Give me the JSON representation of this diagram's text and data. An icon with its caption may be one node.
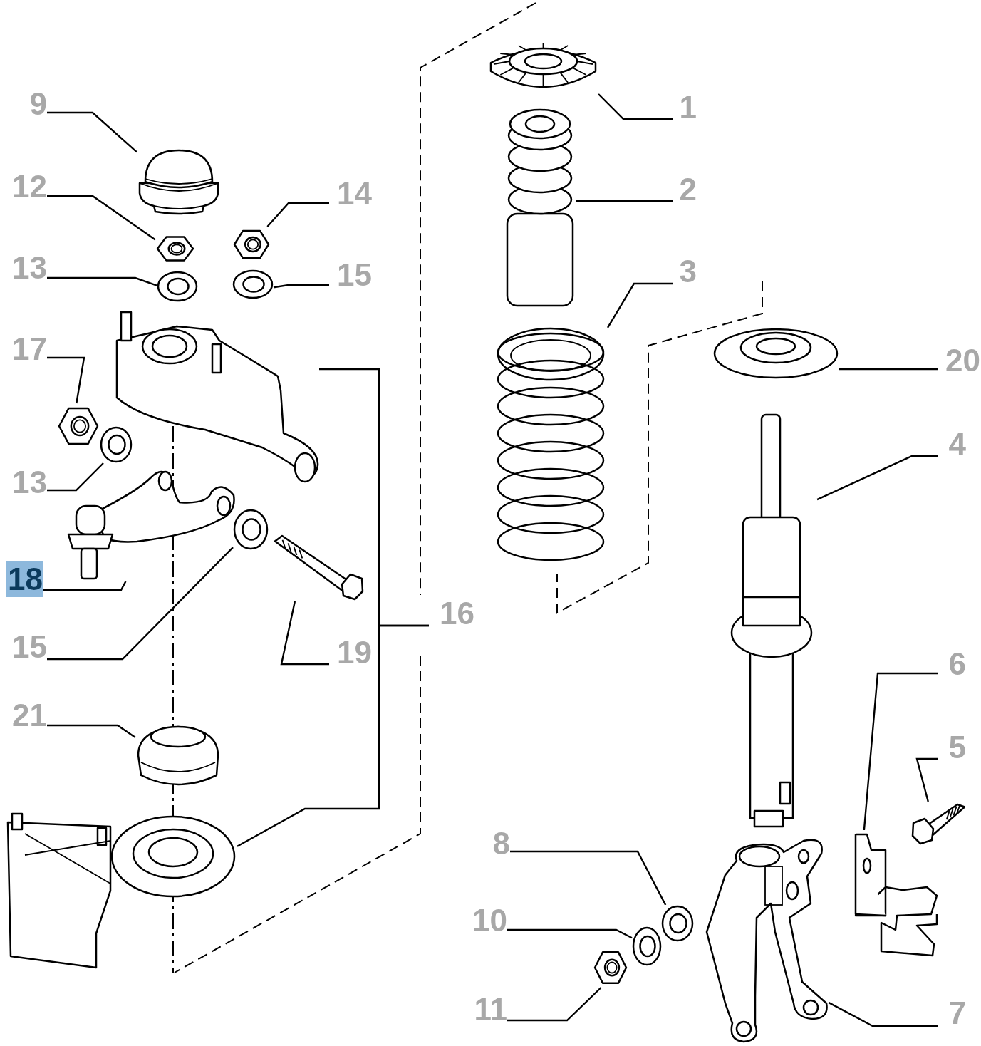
{
  "diagram": {
    "nodes": [
      {
        "text": [
          "9"
        ]
      },
      {
        "text": [],
        "shape": "picture"
      },
      {
        "text": [
          "12"
        ]
      },
      {
        "text": [],
        "shape": "picture"
      },
      {
        "text": [
          "14"
        ]
      },
      {
        "text": [],
        "shape": "picture"
      },
      {
        "text": [
          "13"
        ]
      },
      {
        "text": [],
        "shape": "picture"
      },
      {
        "text": [
          "15"
        ]
      },
      {
        "text": [],
        "shape": "picture"
      },
      {
        "text": [
          "17"
        ]
      },
      {
        "text": [],
        "shape": "picture"
      },
      {
        "text": [
          "13"
        ]
      },
      {
        "text": [],
        "shape": "picture"
      },
      {
        "text": [
          "18"
        ]
      },
      {
        "text": [],
        "shape": "picture"
      },
      {
        "text": [
          "15"
        ]
      },
      {
        "text": [],
        "shape": "picture"
      },
      {
        "text": [
          "19"
        ]
      },
      {
        "text": [],
        "shape": "picture"
      },
      {
        "text": [
          "16"
        ]
      },
      {
        "text": [],
        "shape": "picture"
      },
      {
        "text": [],
        "shape": "picture"
      },
      {
        "text": [
          "21"
        ]
      },
      {
        "text": [],
        "shape": "picture"
      },
      {
        "text": [
          "1"
        ]
      },
      {
        "text": [],
        "shape": "picture"
      },
      {
        "text": [
          "2"
        ]
      },
      {
        "text": [],
        "shape": "picture"
      },
      {
        "text": [
          "3"
        ]
      },
      {
        "text": [],
        "shape": "picture"
      },
      {
        "text": [
          "20"
        ]
      },
      {
        "text": [],
        "shape": "picture"
      },
      {
        "text": [
          "4"
        ]
      },
      {
        "text": [],
        "shape": "picture"
      },
      {
        "text": [
          "6"
        ]
      },
      {
        "text": [],
        "shape": "picture"
      },
      {
        "text": [
          "5"
        ]
      },
      {
        "text": [],
        "shape": "picture"
      },
      {
        "text": [
          "8"
        ]
      },
      {
        "text": [],
        "shape": "picture"
      },
      {
        "text": [
          "10"
        ]
      },
      {
        "text": [],
        "shape": "picture"
      },
      {
        "text": [
          "11"
        ]
      },
      {
        "text": [],
        "shape": "picture"
      },
      {
        "text": [
          "7"
        ]
      },
      {
        "text": [],
        "shape": "picture"
      }
    ],
    "edges": [
      {
        "from": 0,
        "to": 1,
        "arrow": "none"
      },
      {
        "from": 2,
        "to": 3,
        "arrow": "none"
      },
      {
        "from": 4,
        "to": 5,
        "arrow": "none"
      },
      {
        "from": 6,
        "to": 7,
        "arrow": "none"
      },
      {
        "from": 8,
        "to": 9,
        "arrow": "none"
      },
      {
        "from": 10,
        "to": 11,
        "arrow": "none"
      },
      {
        "from": 12,
        "to": 13,
        "arrow": "none"
      },
      {
        "from": 14,
        "to": 15,
        "arrow": "none"
      },
      {
        "from": 16,
        "to": 17,
        "arrow": "none"
      },
      {
        "from": 18,
        "to": 19,
        "arrow": "none"
      },
      {
        "from": 20,
        "to": 21,
        "arrow": "none"
      },
      {
        "from": 20,
        "to": 22,
        "arrow": "none"
      },
      {
        "from": 23,
        "to": 24,
        "arrow": "none"
      },
      {
        "from": 25,
        "to": 26,
        "arrow": "none"
      },
      {
        "from": 27,
        "to": 28,
        "arrow": "none"
      },
      {
        "from": 29,
        "to": 30,
        "arrow": "none"
      },
      {
        "from": 31,
        "to": 32,
        "arrow": "none"
      },
      {
        "from": 33,
        "to": 34,
        "arrow": "none"
      },
      {
        "from": 35,
        "to": 36,
        "arrow": "none"
      },
      {
        "from": 37,
        "to": 38,
        "arrow": "none"
      },
      {
        "from": 39,
        "to": 40,
        "arrow": "none"
      },
      {
        "from": 41,
        "to": 42,
        "arrow": "none"
      },
      {
        "from": 43,
        "to": 44,
        "arrow": "none"
      },
      {
        "from": 45,
        "to": 46,
        "arrow": "none"
      }
    ]
  }
}
